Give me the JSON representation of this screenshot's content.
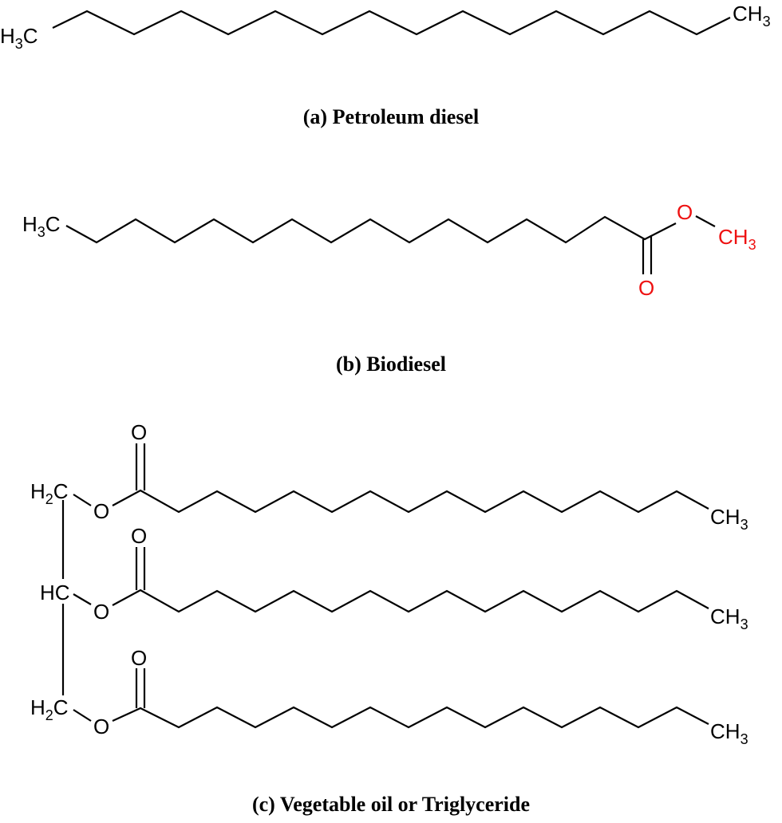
{
  "figure": {
    "panels": [
      {
        "id": "a",
        "caption": "(a) Petroleum diesel",
        "left_group": {
          "main": "H",
          "sub": "3",
          "tail": "C"
        },
        "right_group": {
          "main": "CH",
          "sub": "3"
        }
      },
      {
        "id": "b",
        "caption": "(b) Biodiesel",
        "left_group": {
          "main": "H",
          "sub": "3",
          "tail": "C"
        },
        "ester_oxygen": "O",
        "carbonyl_oxygen": "O",
        "methyl_group": {
          "main": "CH",
          "sub": "3"
        },
        "ester_color": "#ee1111"
      },
      {
        "id": "c",
        "caption": "(c) Vegetable oil or Triglyceride",
        "glycerol": [
          {
            "main": "H",
            "sub": "2",
            "tail": "C"
          },
          {
            "main": "HC",
            "sub": "",
            "tail": ""
          },
          {
            "main": "H",
            "sub": "2",
            "tail": "C"
          }
        ],
        "chains": [
          {
            "ester_oxygen": "O",
            "carbonyl_oxygen": "O",
            "end_group": {
              "main": "CH",
              "sub": "3"
            }
          },
          {
            "ester_oxygen": "O",
            "carbonyl_oxygen": "O",
            "end_group": {
              "main": "CH",
              "sub": "3"
            }
          },
          {
            "ester_oxygen": "O",
            "carbonyl_oxygen": "O",
            "end_group": {
              "main": "CH",
              "sub": "3"
            }
          }
        ]
      }
    ]
  }
}
